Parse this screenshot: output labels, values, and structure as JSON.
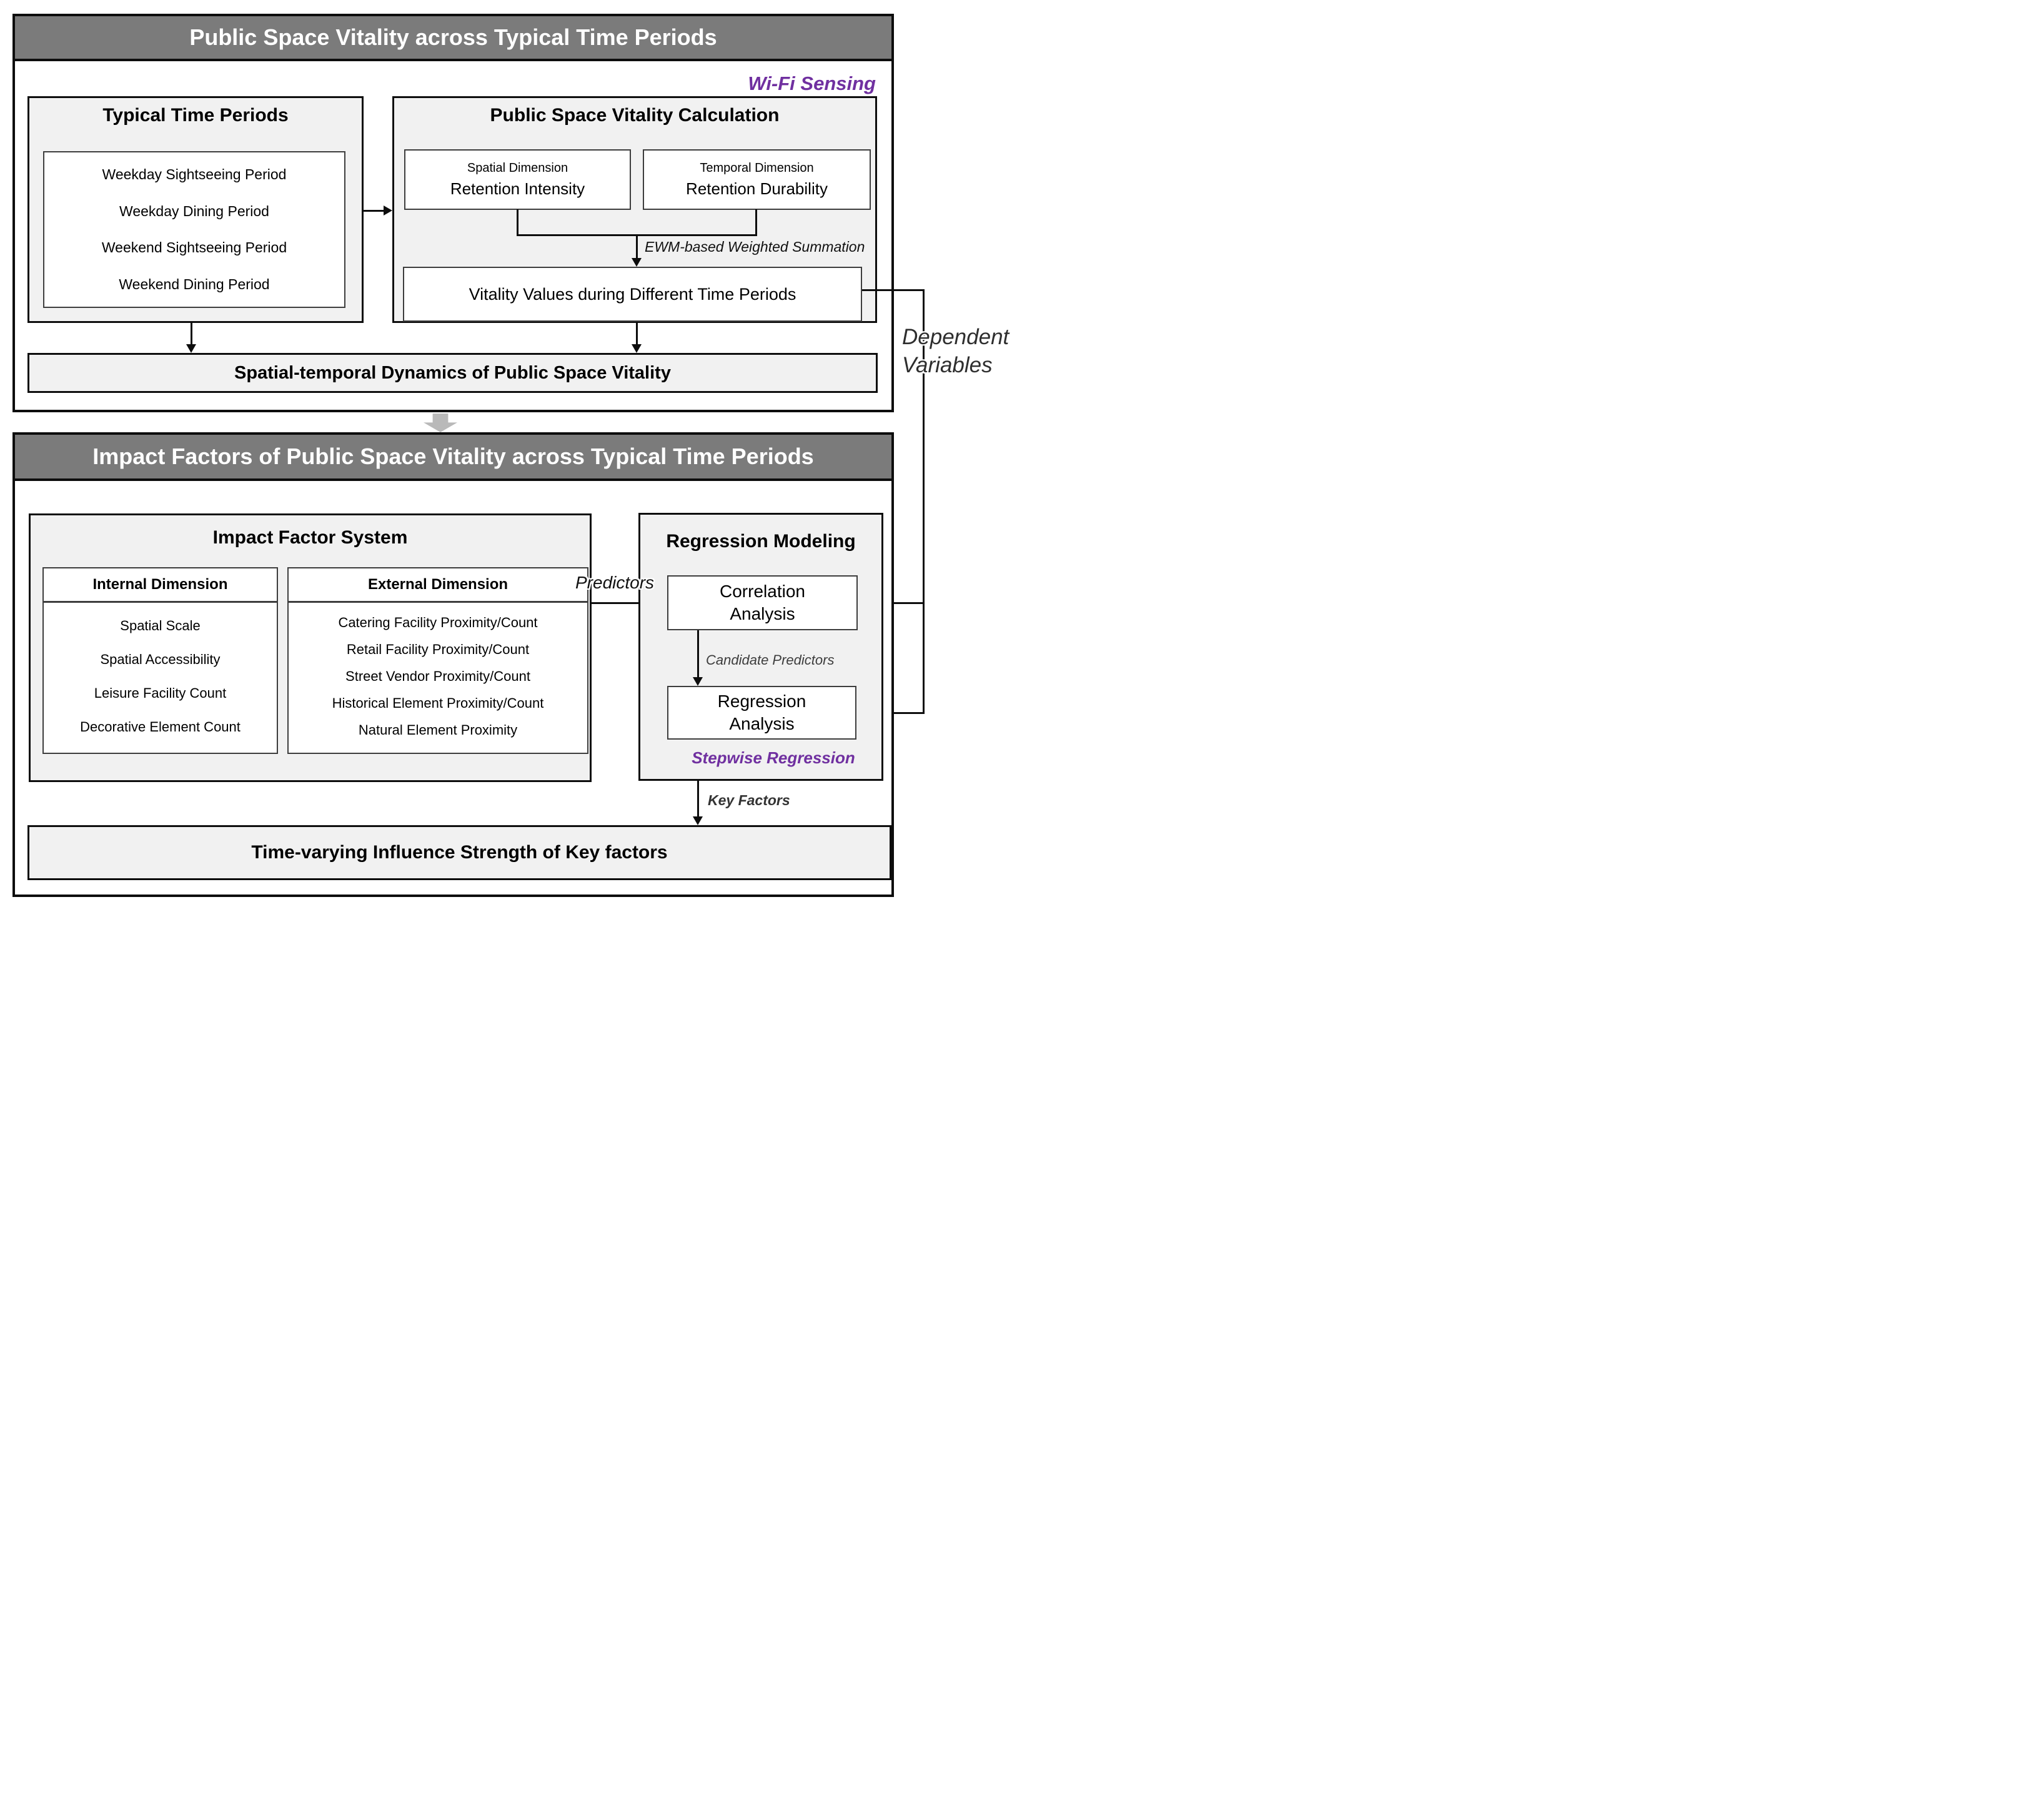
{
  "colors": {
    "header_bg": "#7b7b7b",
    "panel_bg": "#f1f1f1",
    "accent_purple": "#7030a0",
    "block_arrow_gray": "#b9b9b9",
    "line_black": "#0d0d0d"
  },
  "top_section": {
    "header": "Public Space Vitality across Typical Time Periods",
    "wifi_label": "Wi-Fi Sensing",
    "typical_periods": {
      "title": "Typical Time Periods",
      "items": [
        "Weekday Sightseeing Period",
        "Weekday Dining Period",
        "Weekend Sightseeing Period",
        "Weekend Dining Period"
      ]
    },
    "calculation": {
      "title": "Public Space Vitality Calculation",
      "spatial_dimension_label": "Spatial Dimension",
      "spatial_metric": "Retention Intensity",
      "temporal_dimension_label": "Temporal Dimension",
      "temporal_metric": "Retention Durability",
      "ewm_label": "EWM-based Weighted Summation",
      "vitality_output": "Vitality Values during Different Time Periods"
    },
    "dynamics_bar": "Spatial-temporal Dynamics of Public Space Vitality"
  },
  "connector_labels": {
    "dependent_variables": [
      "Dependent",
      "Variables"
    ],
    "predictors": "Predictors",
    "candidate_predictors": "Candidate Predictors",
    "key_factors": "Key Factors"
  },
  "bottom_section": {
    "header": "Impact Factors of Public Space Vitality across Typical Time Periods",
    "impact_factor_system": {
      "title": "Impact Factor System",
      "internal": {
        "title": "Internal Dimension",
        "items": [
          "Spatial Scale",
          "Spatial Accessibility",
          "Leisure Facility Count",
          "Decorative Element Count"
        ]
      },
      "external": {
        "title": "External Dimension",
        "items": [
          "Catering Facility Proximity/Count",
          "Retail Facility Proximity/Count",
          "Street Vendor Proximity/Count",
          "Historical Element Proximity/Count",
          "Natural Element Proximity"
        ]
      }
    },
    "regression_modeling": {
      "title": "Regression Modeling",
      "correlation_box": [
        "Correlation",
        "Analysis"
      ],
      "regression_box": [
        "Regression",
        "Analysis"
      ],
      "stepwise_label": "Stepwise Regression"
    },
    "time_varying_bar": "Time-varying Influence Strength of Key factors"
  }
}
